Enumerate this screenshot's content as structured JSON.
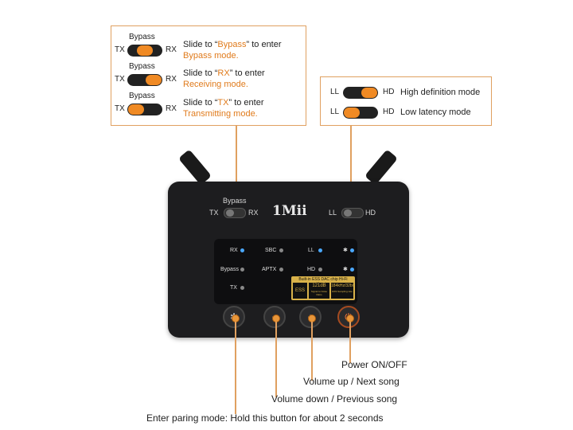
{
  "mode_callout": {
    "rows": [
      {
        "top_label": "Bypass",
        "left": "TX",
        "right": "RX",
        "text_pre": "Slide to “",
        "mode_word": "Bypass",
        "text_post": "” to enter",
        "mode_line": "Bypass mode."
      },
      {
        "top_label": "Bypass",
        "left": "TX",
        "right": "RX",
        "text_pre": "Slide to “",
        "mode_word": "RX",
        "text_post": "” to enter",
        "mode_line": "Receiving mode."
      },
      {
        "top_label": "Bypass",
        "left": "TX",
        "right": "RX",
        "text_pre": "Slide to “",
        "mode_word": "TX",
        "text_post": "” to enter",
        "mode_line": "Transmitting mode."
      }
    ]
  },
  "latency_callout": {
    "rows": [
      {
        "left": "LL",
        "right": "HD",
        "text": "High definition mode"
      },
      {
        "left": "LL",
        "right": "HD",
        "text": "Low latency mode"
      }
    ]
  },
  "device": {
    "brand": "1Mii",
    "mode_switch": {
      "top": "Bypass",
      "left": "TX",
      "right": "RX"
    },
    "latency_switch": {
      "left": "LL",
      "right": "HD"
    },
    "leds": {
      "rx": "RX",
      "sbc": "SBC",
      "ll": "LL",
      "bt": "✱",
      "bypass": "Bypass",
      "aptx": "APTX",
      "hd": "HD",
      "bt2": "✱",
      "tx": "TX"
    },
    "ess": {
      "title": "Built-in ESS DAC chip Hi-Fi Version",
      "logo": "ESS",
      "snr": "121dB",
      "snr_sub": "Signal to Noise Ratio",
      "rate": "184kHz/32bit",
      "rate_sub": "ESS Sampling rate"
    },
    "buttons": [
      {
        "icon": "bluetooth-icon",
        "glyph": "✱"
      },
      {
        "icon": "minus-icon",
        "glyph": "−"
      },
      {
        "icon": "plus-icon",
        "glyph": "+"
      },
      {
        "icon": "power-icon",
        "glyph": "⏻"
      }
    ]
  },
  "labels": {
    "power": "Power ON/OFF",
    "vol_up": "Volume up / Next song",
    "vol_down": "Volume down / Previous song",
    "pairing": "Enter paring mode: Hold this button for about 2 seconds"
  },
  "colors": {
    "accent": "#e07b1c",
    "led_blue": "#4aa8ff",
    "led_off": "#888888"
  }
}
